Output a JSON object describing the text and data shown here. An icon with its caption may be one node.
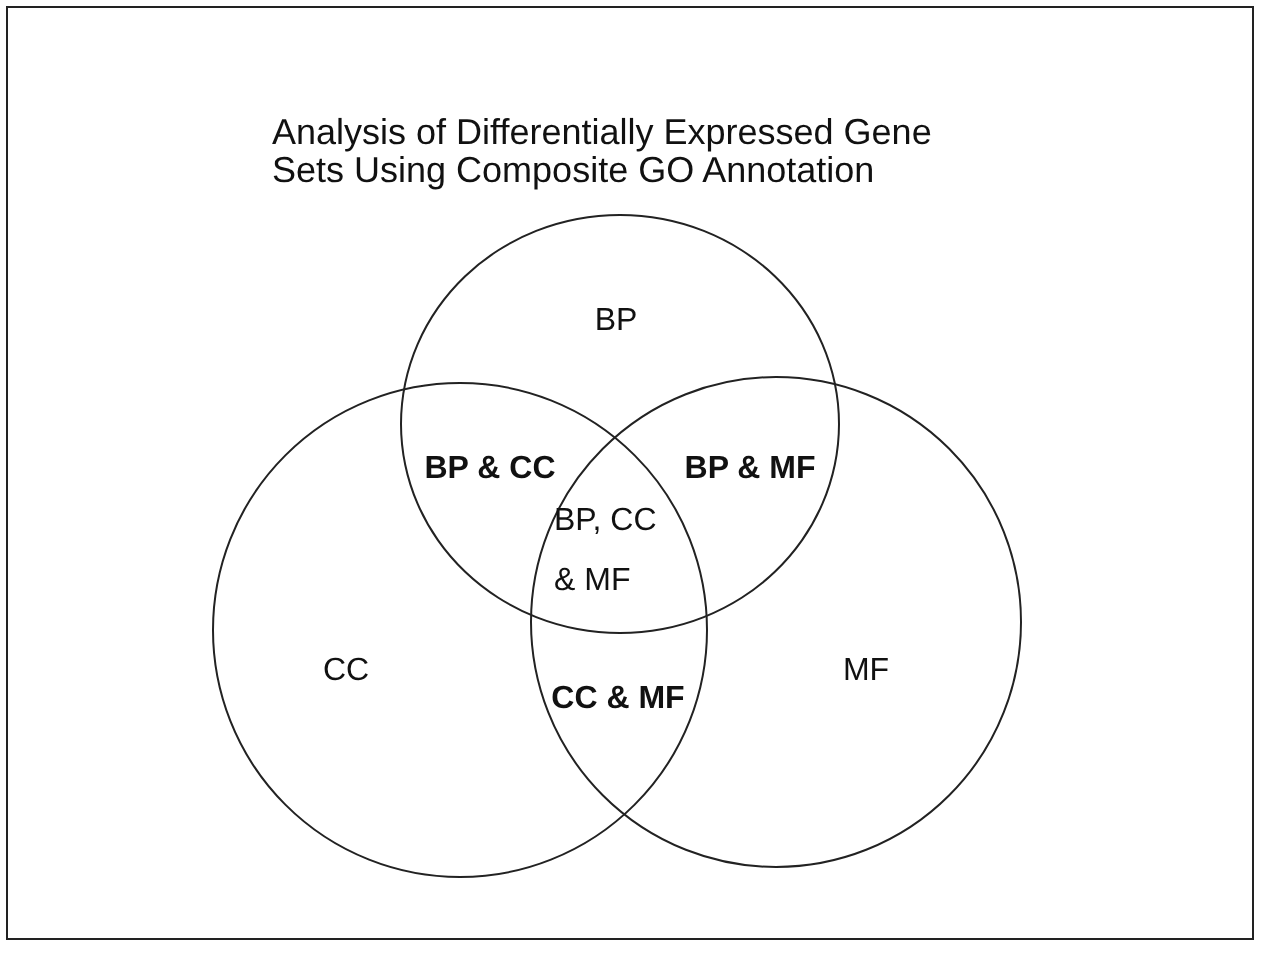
{
  "diagram": {
    "title": "Analysis of Differentially Expressed Gene Sets Using Composite GO Annotation",
    "nodes": [
      {
        "text": [
          "BP"
        ]
      },
      {
        "text": [
          "CC"
        ]
      },
      {
        "text": [
          "MF"
        ]
      }
    ],
    "labels": [
      "BP & CC",
      "BP & MF",
      "BP, CC & MF",
      "CC & MF"
    ]
  }
}
